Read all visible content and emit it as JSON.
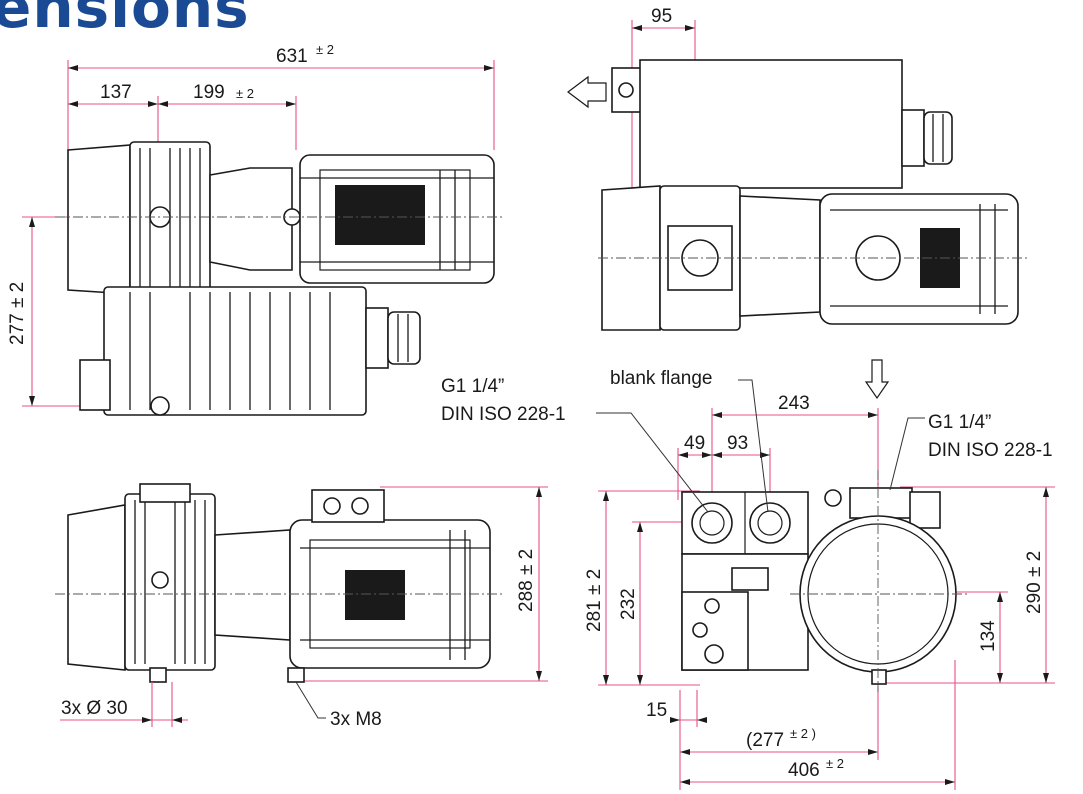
{
  "title": "ensions",
  "colors": {
    "heading": "#1a4a93",
    "dimension_line": "#e8508a",
    "outline": "#1a1a1a"
  },
  "side_view": {
    "overall_length": "631",
    "overall_length_tol": "± 2",
    "left_offset": "137",
    "mid_span": "199",
    "mid_span_tol": "± 2",
    "height": "277 ± 2"
  },
  "top_view": {
    "port_offset": "95",
    "airflow_icon": "arrow-left-icon",
    "view_arrow_icon": "arrow-down-icon"
  },
  "front_view": {
    "height": "288 ± 2",
    "feet_label": "3x Ø 30",
    "mount_label": "3x M8"
  },
  "end_view": {
    "inlet_thread": "G1 1/4”",
    "inlet_standard": "DIN ISO 228-1",
    "blank_label": "blank flange",
    "outlet_thread": "G1 1/4”",
    "outlet_standard": "DIN ISO 228-1",
    "span_243": "243",
    "span_49": "49",
    "span_93": "93",
    "height_281": "281 ± 2",
    "height_232": "232",
    "height_290": "290 ± 2",
    "height_134": "134",
    "foot_15": "15",
    "width_277": "(277",
    "width_277_tol": "± 2 )",
    "width_406": "406",
    "width_406_tol": "± 2"
  }
}
